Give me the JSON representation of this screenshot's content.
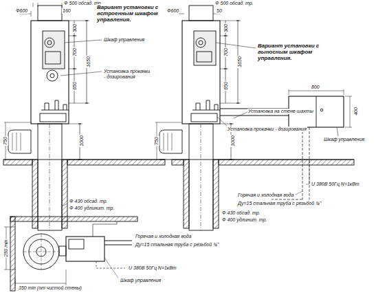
{
  "diagram": {
    "labels": [
      "Ф 500 обсад. тр.",
      "Ф600",
      "160",
      "Вариант установки с встроенным шкафом управления.",
      "Шкаф управления",
      "Установка прокачки - дозирования",
      "300",
      "700",
      "1650",
      "650",
      "1000",
      "750",
      "Ф 430 обсад. тр.",
      "Ф 400 удлинит. тр.",
      "Ф 500 обсад. тр.",
      "Ф600",
      "50",
      "Вариант установки с выносным шкафом управления.",
      "300",
      "700",
      "1650",
      "650",
      "1000",
      "750",
      "800",
      "400",
      "Шкаф управления",
      "Установка на стене шахты",
      "Установка прокачки - дозирования",
      "U 380В 50Гц N=1кВт",
      "Горячая и холодная вода",
      "Ду=15 стальная труба с резьбой ¾\"",
      "Ф 430 обсад. тр.",
      "Ф 400 удлинит. тр.",
      "Горячая и холодная вода",
      "Ду=15 стальная труба с резьбой ¾\"",
      "U 380В 50Гц N=1кВт",
      "Шкаф управления",
      "250 min",
      "350 min (от чистой стены)"
    ]
  }
}
